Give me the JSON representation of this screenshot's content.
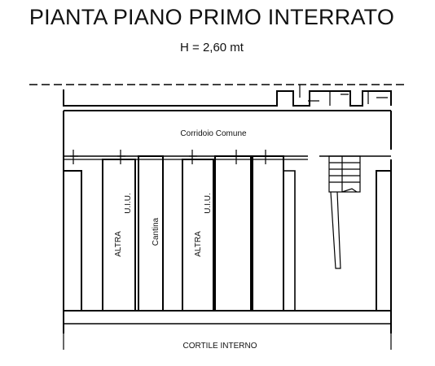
{
  "plan": {
    "title": "PIANTA PIANO PRIMO INTERRATO",
    "height_note": "H = 2,60 mt"
  },
  "labels": {
    "corridor": "Corridoio Comune",
    "courtyard": "CORTILE INTERNO",
    "unit_left_line1": "ALTRA",
    "unit_left_line2": "U.I.U.",
    "cellar": "Cantina",
    "unit_right_line1": "ALTRA",
    "unit_right_line2": "U.I.U."
  }
}
